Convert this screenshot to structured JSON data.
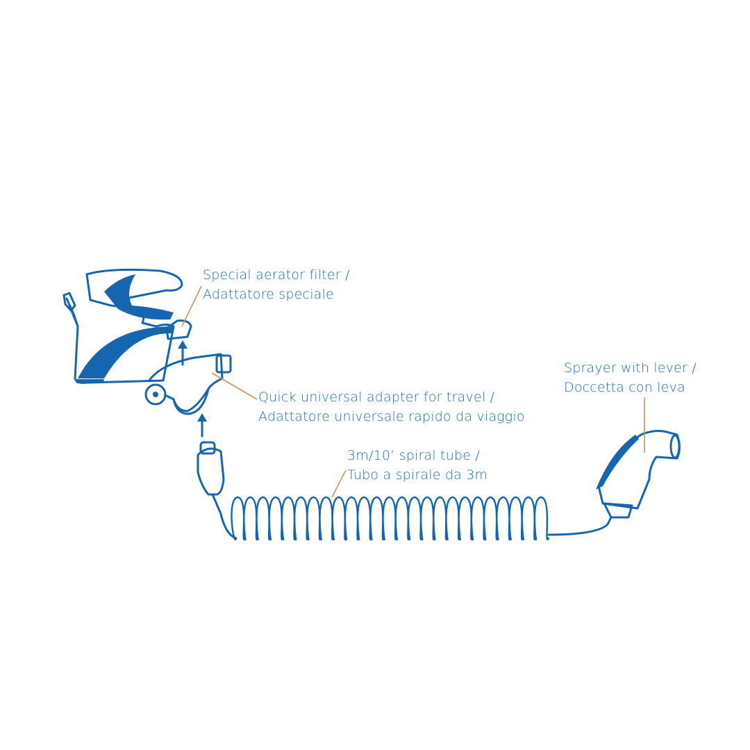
{
  "labels": {
    "aerator": {
      "line1": "Special aerator filter /",
      "line2": "Adattatore speciale"
    },
    "adapter": {
      "line1": "Quick universal adapter for travel /",
      "line2": "Adattatore universale rapido da viaggio"
    },
    "tube": {
      "line1": "3m/10’ spiral tube /",
      "line2": "Tubo a spirale da 3m"
    },
    "sprayer": {
      "line1": "Sprayer with lever /",
      "line2": "Doccetta con leva"
    }
  },
  "colors": {
    "drawing": "#1565b0",
    "text": "#1f6fa6",
    "leader": "#c89360"
  }
}
